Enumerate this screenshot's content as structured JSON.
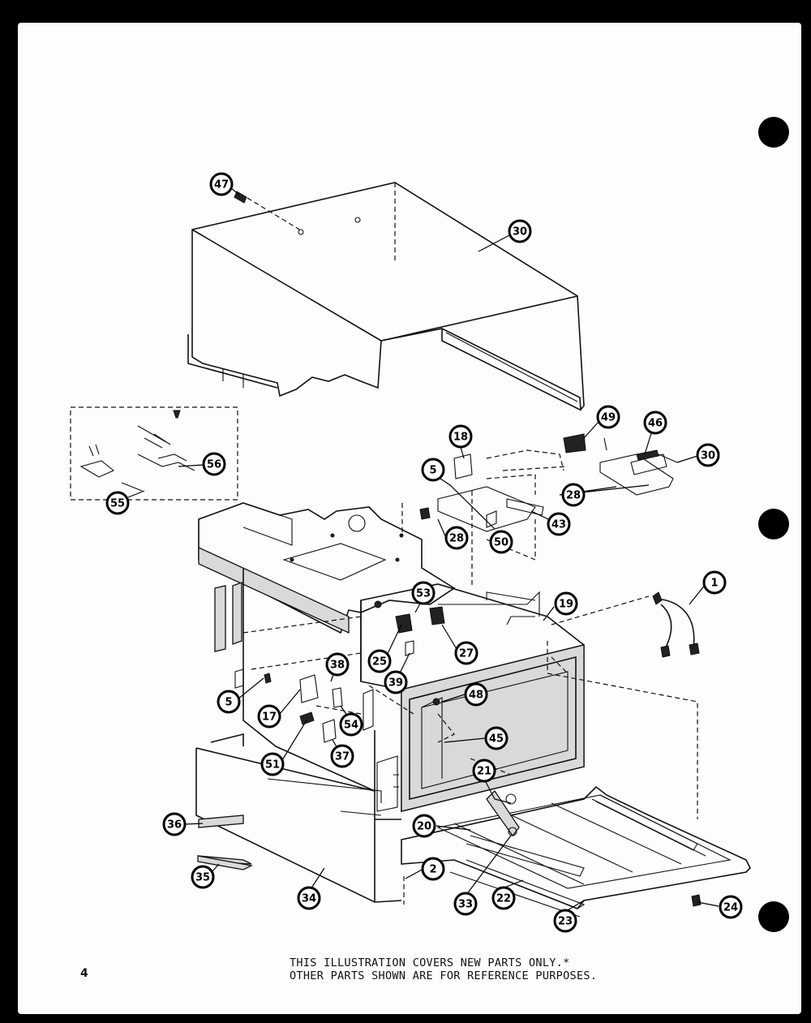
{
  "page_number": "4",
  "note": {
    "line1": "THIS ILLUSTRATION COVERS NEW PARTS ONLY.*",
    "line2": "OTHER PARTS SHOWN ARE FOR REFERENCE PURPOSES."
  },
  "callouts": [
    {
      "id": "c47",
      "label": "47"
    },
    {
      "id": "c30a",
      "label": "30"
    },
    {
      "id": "c18",
      "label": "18"
    },
    {
      "id": "c49",
      "label": "49"
    },
    {
      "id": "c46",
      "label": "46"
    },
    {
      "id": "c30b",
      "label": "30"
    },
    {
      "id": "c5a",
      "label": "5"
    },
    {
      "id": "c56",
      "label": "56"
    },
    {
      "id": "c55",
      "label": "55"
    },
    {
      "id": "c28a",
      "label": "28"
    },
    {
      "id": "c28b",
      "label": "28"
    },
    {
      "id": "c50",
      "label": "50"
    },
    {
      "id": "c43",
      "label": "43"
    },
    {
      "id": "c1",
      "label": "1"
    },
    {
      "id": "c53",
      "label": "53"
    },
    {
      "id": "c19",
      "label": "19"
    },
    {
      "id": "c27",
      "label": "27"
    },
    {
      "id": "c25",
      "label": "25"
    },
    {
      "id": "c39",
      "label": "39"
    },
    {
      "id": "c38",
      "label": "38"
    },
    {
      "id": "c5b",
      "label": "5"
    },
    {
      "id": "c17",
      "label": "17"
    },
    {
      "id": "c54",
      "label": "54"
    },
    {
      "id": "c48",
      "label": "48"
    },
    {
      "id": "c45",
      "label": "45"
    },
    {
      "id": "c51",
      "label": "51"
    },
    {
      "id": "c37",
      "label": "37"
    },
    {
      "id": "c21",
      "label": "21"
    },
    {
      "id": "c36",
      "label": "36"
    },
    {
      "id": "c20",
      "label": "20"
    },
    {
      "id": "c2",
      "label": "2"
    },
    {
      "id": "c35",
      "label": "35"
    },
    {
      "id": "c34",
      "label": "34"
    },
    {
      "id": "c33",
      "label": "33"
    },
    {
      "id": "c22",
      "label": "22"
    },
    {
      "id": "c23",
      "label": "23"
    },
    {
      "id": "c24",
      "label": "24"
    }
  ]
}
